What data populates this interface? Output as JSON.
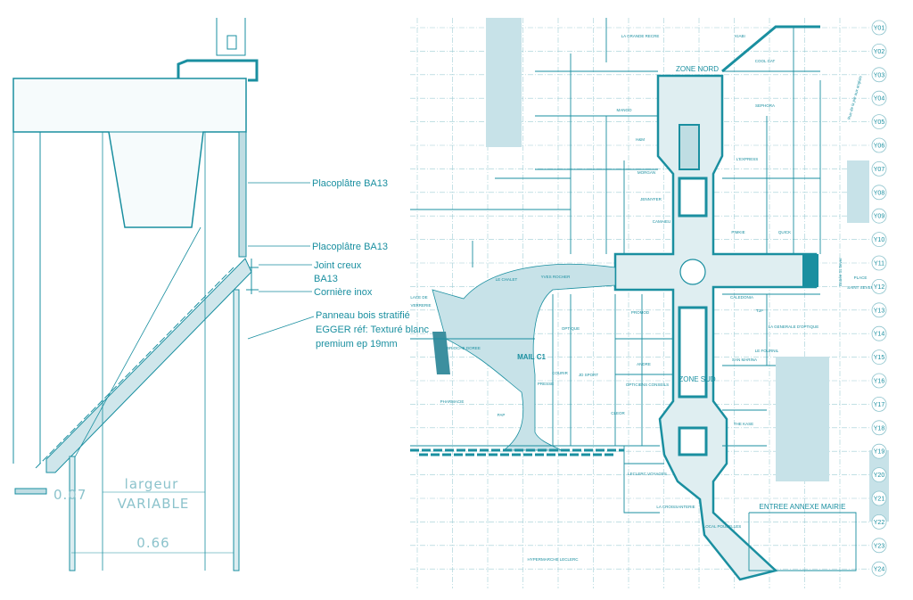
{
  "section": {
    "callouts": [
      "Placoplâtre BA13",
      "Placoplâtre BA13",
      "Joint creux",
      "BA13",
      "Cornière inox",
      "Panneau bois stratifié",
      "EGGER réf: Texturé blanc",
      "premium ep 19mm"
    ],
    "dim_label_1": "largeur",
    "dim_label_2": "VARIABLE",
    "dim_width": "0.66",
    "dim_small": "0.07"
  },
  "plan": {
    "zones": {
      "north": "ZONE NORD",
      "south": "ZONE SUD",
      "mall": "MAIL C1",
      "annex": "ENTREE ANNEXE MAIRIE",
      "hyper": "HYPERMARCHE LECLERC"
    },
    "places": {
      "verrerie_1": "LACE DE",
      "verrerie_2": "VERRERIE",
      "sever_1": "PLACE",
      "sever_2": "SAINT SEVER",
      "entry": "Entrée St Sever",
      "street": "Rue de la pie aux anglais"
    },
    "grid_rows": [
      "Y01",
      "Y02",
      "Y03",
      "Y04",
      "Y05",
      "Y06",
      "Y07",
      "Y08",
      "Y09",
      "Y10",
      "Y11",
      "Y12",
      "Y13",
      "Y14",
      "Y15",
      "Y16",
      "Y17",
      "Y18",
      "Y19",
      "Y20",
      "Y21",
      "Y22",
      "Y23",
      "Y24"
    ],
    "stores": [
      "LA GRANDE RECRE",
      "KIABI",
      "COOL CAT",
      "SEPHORA",
      "MANGO",
      "H&M",
      "L'EXPRESS",
      "MORGAN",
      "JENNYFER",
      "CAMAIEU",
      "QUICK",
      "PIMKIE",
      "LE CHALET",
      "YVES ROCHER",
      "OPTIQUE",
      "COURIR",
      "JD SPORT",
      "PHARMACIE",
      "PAP",
      "PROMOD",
      "ANDRE",
      "OPTICIENS CONSEILS",
      "CALEDONIA",
      "T2P",
      "LA GENERALE D'OPTIQUE",
      "LE FOURNIL",
      "SAN MARINA",
      "THE KASE",
      "LECLERC VOYAGES",
      "LA CROISSANTERIE",
      "LOCAL POUBELLES",
      "PRESSE",
      "BRIOCHE DOREE",
      "CLEOR"
    ]
  }
}
